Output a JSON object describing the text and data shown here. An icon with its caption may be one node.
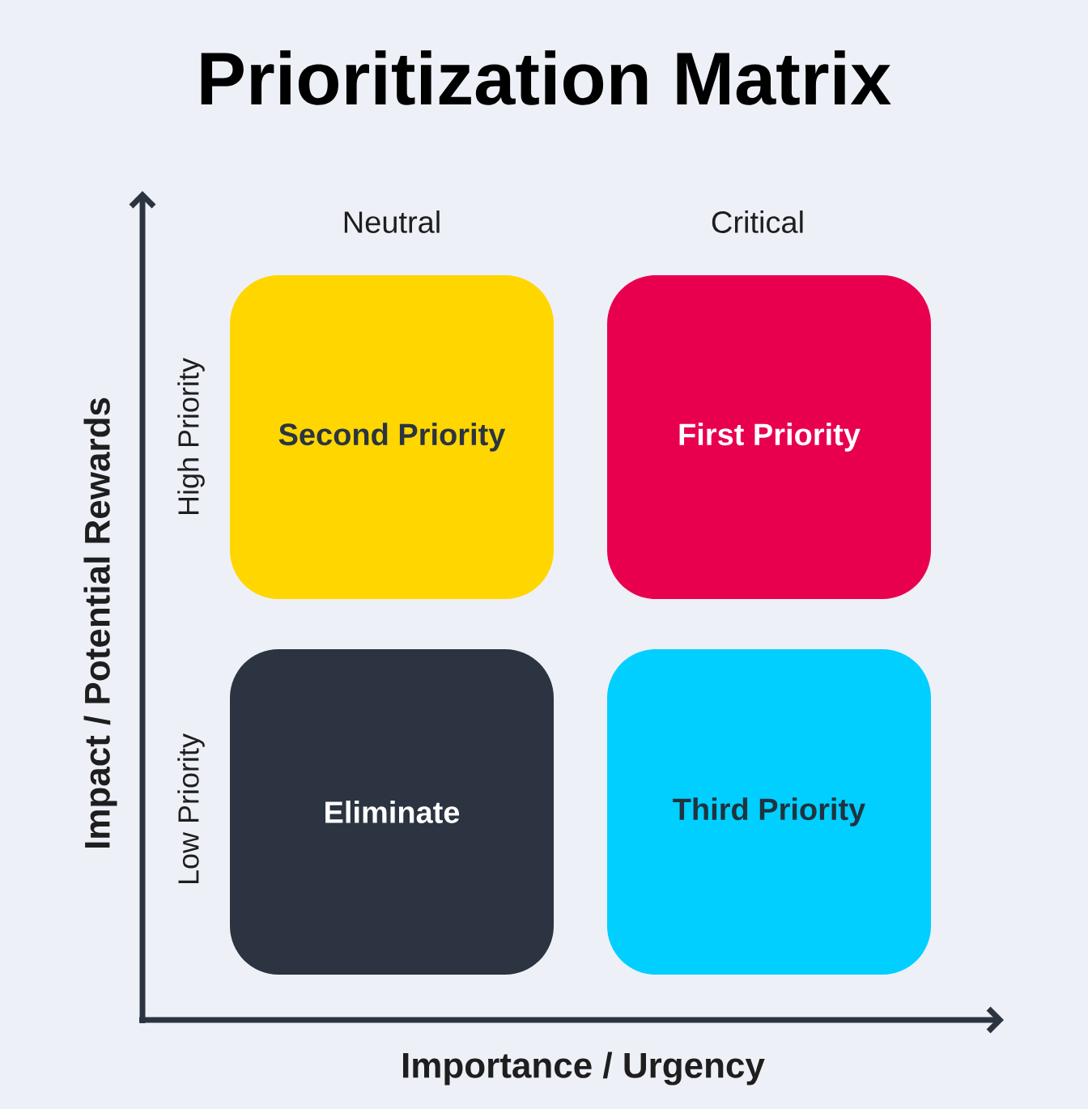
{
  "diagram": {
    "title": "Prioritization Matrix",
    "nodes": [
      {
        "text": [
          "Second Priority"
        ]
      },
      {
        "text": [
          "First Priority"
        ]
      },
      {
        "text": [
          "Eliminate"
        ]
      },
      {
        "text": [
          "Third Priority"
        ]
      }
    ],
    "labels": [
      "Neutral",
      "Critical",
      "High Priority",
      "Impact / Potential Rewards",
      "Low Priority",
      "Importance / Urgency"
    ]
  }
}
